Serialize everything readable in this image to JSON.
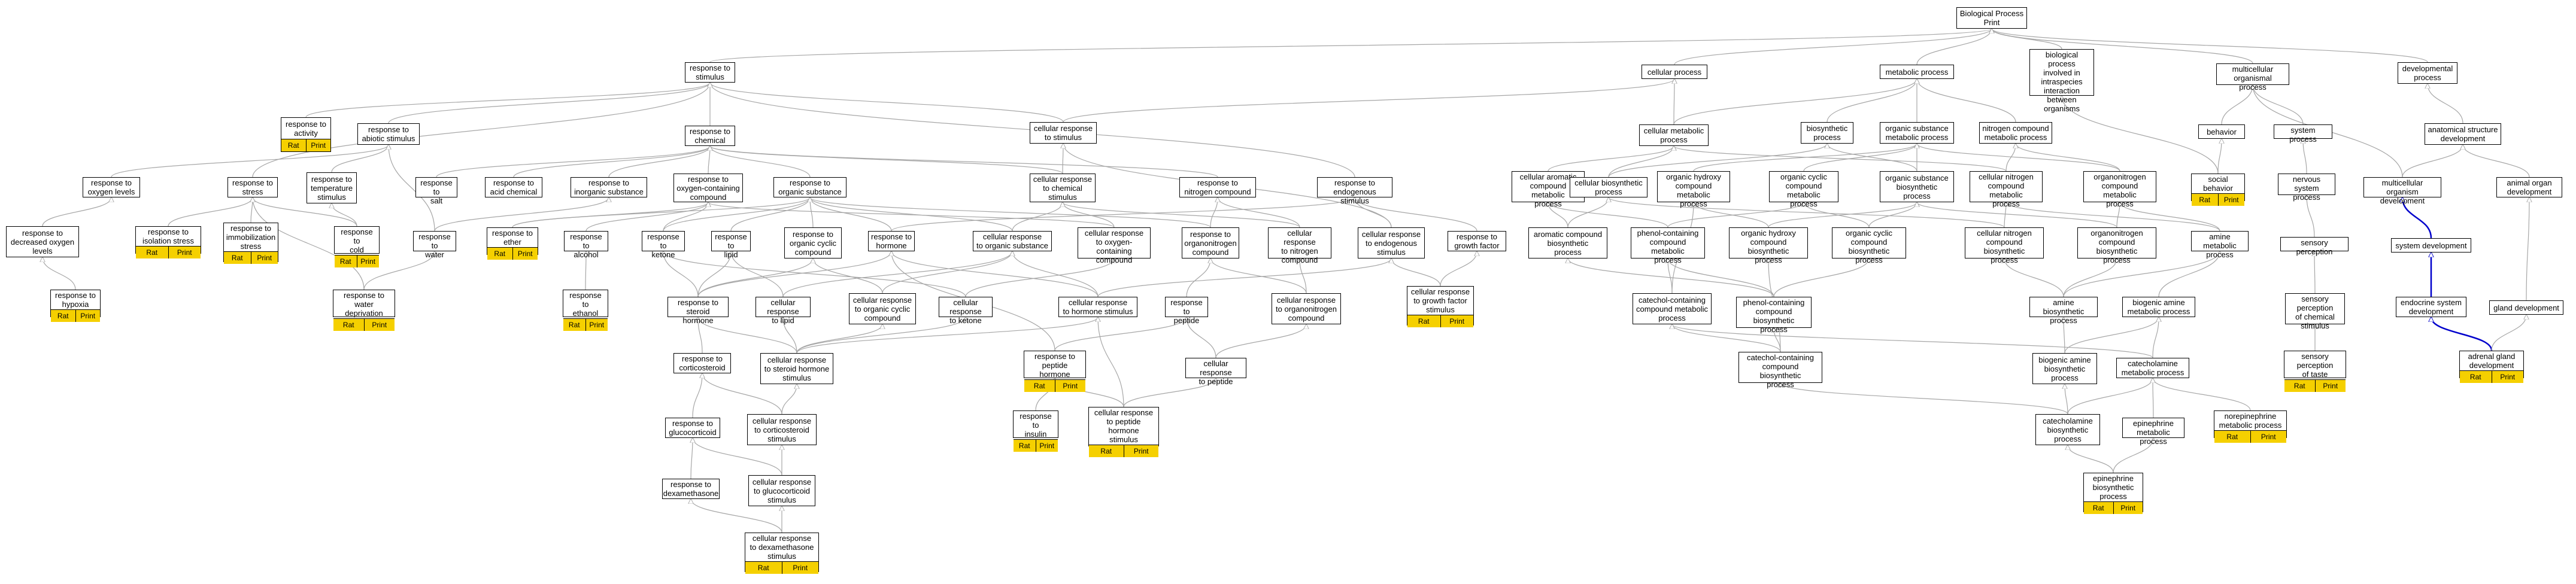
{
  "badges": {
    "rat": "Rat",
    "print": "Print"
  },
  "colors": {
    "edge": "#a6a6a6",
    "edge_highlight": "#0000cc",
    "badge": "#f5d000",
    "node_border": "#000000"
  },
  "nodes": [
    {
      "id": "bio",
      "label": "Biological Process\nPrint"
    },
    {
      "id": "stim",
      "label": "response to\nstimulus"
    },
    {
      "id": "cellproc",
      "label": "cellular process"
    },
    {
      "id": "metab",
      "label": "metabolic process"
    },
    {
      "id": "interspecies",
      "label": "biological process\ninvolved in\nintraspecies\ninteraction\nbetween organisms"
    },
    {
      "id": "multicell",
      "label": "multicellular\norganismal process"
    },
    {
      "id": "devproc",
      "label": "developmental\nprocess"
    },
    {
      "id": "activity",
      "label": "response to\nactivity",
      "badges": true
    },
    {
      "id": "abiotic",
      "label": "response to\nabiotic stimulus"
    },
    {
      "id": "chem",
      "label": "response to\nchemical"
    },
    {
      "id": "cellstim",
      "label": "cellular response\nto stimulus"
    },
    {
      "id": "cellmetab",
      "label": "cellular metabolic\nprocess"
    },
    {
      "id": "biosyn",
      "label": "biosynthetic\nprocess"
    },
    {
      "id": "orgsubmetab",
      "label": "organic substance\nmetabolic process"
    },
    {
      "id": "nitrometab",
      "label": "nitrogen compound\nmetabolic process"
    },
    {
      "id": "behavior",
      "label": "behavior"
    },
    {
      "id": "sysproc",
      "label": "system process"
    },
    {
      "id": "anatdev",
      "label": "anatomical structure\ndevelopment"
    },
    {
      "id": "oxygen",
      "label": "response to\noxygen levels"
    },
    {
      "id": "stress",
      "label": "response to\nstress"
    },
    {
      "id": "temp",
      "label": "response to\ntemperature\nstimulus"
    },
    {
      "id": "salt",
      "label": "response to\nsalt"
    },
    {
      "id": "acidchem",
      "label": "response to\nacid chemical"
    },
    {
      "id": "inorg",
      "label": "response to\ninorganic substance"
    },
    {
      "id": "oxycomp",
      "label": "response to\noxygen-containing\ncompound"
    },
    {
      "id": "orgsub",
      "label": "response to\norganic substance"
    },
    {
      "id": "cellchem",
      "label": "cellular response\nto chemical\nstimulus"
    },
    {
      "id": "nitrocomp",
      "label": "response to\nnitrogen compound"
    },
    {
      "id": "endo",
      "label": "response to\nendogenous stimulus"
    },
    {
      "id": "cellaromatic",
      "label": "cellular aromatic\ncompound metabolic\nprocess"
    },
    {
      "id": "cellbiosyn",
      "label": "cellular biosynthetic\nprocess"
    },
    {
      "id": "orghydroxy",
      "label": "organic hydroxy\ncompound metabolic\nprocess"
    },
    {
      "id": "orgcyclic",
      "label": "organic cyclic\ncompound metabolic\nprocess"
    },
    {
      "id": "orgsubbiosyn",
      "label": "organic substance\nbiosynthetic\nprocess"
    },
    {
      "id": "cellnitro",
      "label": "cellular nitrogen\ncompound metabolic\nprocess"
    },
    {
      "id": "organonitro",
      "label": "organonitrogen\ncompound metabolic\nprocess"
    },
    {
      "id": "social",
      "label": "social behavior",
      "badges": true
    },
    {
      "id": "nervous",
      "label": "nervous system\nprocess"
    },
    {
      "id": "multidev",
      "label": "multicellular\norganism development"
    },
    {
      "id": "animalorgan",
      "label": "animal organ\ndevelopment"
    },
    {
      "id": "decoxy",
      "label": "response to\ndecreased oxygen\nlevels"
    },
    {
      "id": "isolation",
      "label": "response to\nisolation stress",
      "badges": true
    },
    {
      "id": "immob",
      "label": "response to\nimmobilization\nstress",
      "badges": true
    },
    {
      "id": "cold",
      "label": "response to\ncold",
      "badges": true
    },
    {
      "id": "water",
      "label": "response to\nwater"
    },
    {
      "id": "ether",
      "label": "response to\nether",
      "badges": true
    },
    {
      "id": "alcohol",
      "label": "response to\nalcohol"
    },
    {
      "id": "ketone",
      "label": "response to\nketone"
    },
    {
      "id": "lipid",
      "label": "response to\nlipid"
    },
    {
      "id": "orgcycliccomp",
      "label": "response to\norganic cyclic\ncompound"
    },
    {
      "id": "hormone",
      "label": "response to\nhormone"
    },
    {
      "id": "cellorgsub",
      "label": "cellular response\nto organic substance"
    },
    {
      "id": "celloxy",
      "label": "cellular response\nto oxygen-containing\ncompound"
    },
    {
      "id": "organonitrocomp",
      "label": "response to\norganonitrogen\ncompound"
    },
    {
      "id": "cellnitrocomp",
      "label": "cellular response\nto nitrogen\ncompound"
    },
    {
      "id": "cellendo",
      "label": "cellular response\nto endogenous\nstimulus"
    },
    {
      "id": "growthfactor",
      "label": "response to\ngrowth factor"
    },
    {
      "id": "aromaticbiosyn",
      "label": "aromatic compound\nbiosynthetic\nprocess"
    },
    {
      "id": "phenolmetab",
      "label": "phenol-containing\ncompound metabolic\nprocess"
    },
    {
      "id": "orghydroxybiosyn",
      "label": "organic hydroxy\ncompound biosynthetic\nprocess"
    },
    {
      "id": "orgcyclicbiosyn",
      "label": "organic cyclic\ncompound biosynthetic\nprocess"
    },
    {
      "id": "cellnitrobiosyn",
      "label": "cellular nitrogen\ncompound biosynthetic\nprocess"
    },
    {
      "id": "organonitrobiosyn",
      "label": "organonitrogen\ncompound biosynthetic\nprocess"
    },
    {
      "id": "aminemetab",
      "label": "amine metabolic\nprocess"
    },
    {
      "id": "sensory",
      "label": "sensory perception"
    },
    {
      "id": "sysdev",
      "label": "system development"
    },
    {
      "id": "hypoxia",
      "label": "response to\nhypoxia",
      "badges": true
    },
    {
      "id": "waterdep",
      "label": "response to\nwater deprivation",
      "badges": true
    },
    {
      "id": "ethanol",
      "label": "response to\nethanol",
      "badges": true
    },
    {
      "id": "steroidhormone",
      "label": "response to\nsteroid hormone"
    },
    {
      "id": "celllipid",
      "label": "cellular response\nto lipid"
    },
    {
      "id": "cellorgcyclic",
      "label": "cellular response\nto organic cyclic\ncompound"
    },
    {
      "id": "cellketone",
      "label": "cellular response\nto ketone"
    },
    {
      "id": "cellhormone",
      "label": "cellular response\nto hormone stimulus"
    },
    {
      "id": "peptide",
      "label": "response to\npeptide"
    },
    {
      "id": "cellorganonitro",
      "label": "cellular response\nto organonitrogen\ncompound"
    },
    {
      "id": "cellgrowth",
      "label": "cellular response\nto growth factor\nstimulus",
      "badges": true
    },
    {
      "id": "catecholmetab",
      "label": "catechol-containing\ncompound metabolic\nprocess"
    },
    {
      "id": "phenolbiosyn",
      "label": "phenol-containing\ncompound biosynthetic\nprocess"
    },
    {
      "id": "aminebiosyn",
      "label": "amine biosynthetic\nprocess"
    },
    {
      "id": "biogenicmetab",
      "label": "biogenic amine\nmetabolic process"
    },
    {
      "id": "tasteperc",
      "label": "sensory perception\nof chemical\nstimulus"
    },
    {
      "id": "endocrine",
      "label": "endocrine system\ndevelopment"
    },
    {
      "id": "gland",
      "label": "gland development"
    },
    {
      "id": "corticosteroid",
      "label": "response to\ncorticosteroid"
    },
    {
      "id": "cellsteroid",
      "label": "cellular response\nto steroid hormone\nstimulus"
    },
    {
      "id": "peptidehormone",
      "label": "response to\npeptide hormone",
      "badges": true
    },
    {
      "id": "cellpeptide",
      "label": "cellular response\nto peptide"
    },
    {
      "id": "catecholbiosyn",
      "label": "catechol-containing\ncompound biosynthetic\nprocess"
    },
    {
      "id": "biogenicbiosyn",
      "label": "biogenic amine\nbiosynthetic\nprocess"
    },
    {
      "id": "catecholaminemetab",
      "label": "catecholamine\nmetabolic process"
    },
    {
      "id": "taste",
      "label": "sensory perception\nof taste",
      "badges": true
    },
    {
      "id": "adrenal",
      "label": "adrenal gland\ndevelopment",
      "badges": true
    },
    {
      "id": "glucocorticoid",
      "label": "response to\nglucocorticoid"
    },
    {
      "id": "cellcortico",
      "label": "cellular response\nto corticosteroid\nstimulus"
    },
    {
      "id": "insulin",
      "label": "response to\ninsulin",
      "badges": true
    },
    {
      "id": "cellpeptidehormone",
      "label": "cellular response\nto peptide hormone\nstimulus",
      "badges": true
    },
    {
      "id": "catecholaminebiosyn",
      "label": "catecholamine\nbiosynthetic\nprocess"
    },
    {
      "id": "epinephmetab",
      "label": "epinephrine\nmetabolic process"
    },
    {
      "id": "norepimetab",
      "label": "norepinephrine\nmetabolic process",
      "badges": true
    },
    {
      "id": "dexa",
      "label": "response to\ndexamethasone"
    },
    {
      "id": "cellgluco",
      "label": "cellular response\nto glucocorticoid\nstimulus"
    },
    {
      "id": "epinephbiosyn",
      "label": "epinephrine\nbiosynthetic\nprocess",
      "badges": true
    },
    {
      "id": "celldexa",
      "label": "cellular response\nto dexamethasone\nstimulus",
      "badges": true
    }
  ]
}
